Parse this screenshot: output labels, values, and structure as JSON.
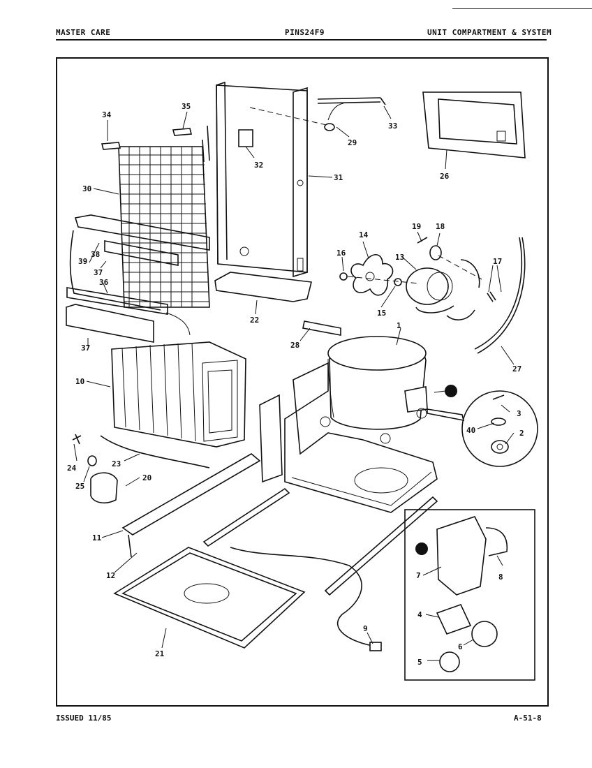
{
  "header": {
    "left": "MASTER CARE",
    "center": "PINS24F9",
    "right": "UNIT COMPARTMENT & SYSTEM"
  },
  "footer": {
    "left": "ISSUED 11/85",
    "right": "A-51-8"
  },
  "callouts": {
    "c1": "1",
    "c2": "2",
    "c3": "3",
    "c4": "4",
    "c5": "5",
    "c6": "6",
    "c7": "7",
    "c8": "8",
    "c9": "9",
    "c10": "10",
    "c11": "11",
    "c12": "12",
    "c13": "13",
    "c14": "14",
    "c15": "15",
    "c16": "16",
    "c17": "17",
    "c18": "18",
    "c19": "19",
    "c20": "20",
    "c21": "21",
    "c22": "22",
    "c23": "23",
    "c24": "24",
    "c25": "25",
    "c26": "26",
    "c27": "27",
    "c28": "28",
    "c29": "29",
    "c30": "30",
    "c31": "31",
    "c32": "32",
    "c33": "33",
    "c34": "34",
    "c35": "35",
    "c36": "36",
    "c37a": "37",
    "c37b": "37",
    "c38": "38",
    "c39": "39",
    "c40": "40"
  },
  "inset_marker": "1"
}
